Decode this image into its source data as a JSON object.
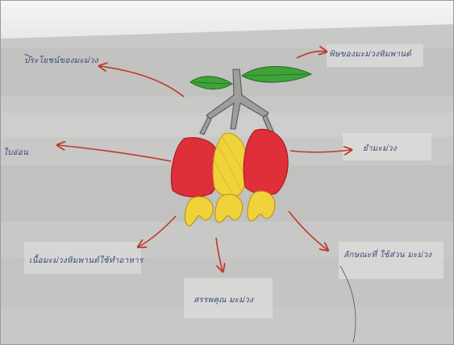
{
  "labels": {
    "top_left": "ประโยชน์ของมะม่วง",
    "top_right": "พิษของมะม่วงหิมพานต์",
    "mid_left": "ใบอ่อน",
    "mid_right": "ยำมะม่วง",
    "bottom_left": "เนื้อมะม่วงหิมพานต์ใช้ทำอาหาร",
    "bottom_center": "สรรพคุณ มะม่วง",
    "bottom_right": "ลักษณะที่ ใช้ส่วน มะม่วง"
  },
  "colors": {
    "paper": "#c9c9c7",
    "arrow": "#c0392b",
    "fruit_red": "#e0303a",
    "fruit_yellow": "#f0d23a",
    "leaf_green": "#3fa33a",
    "ink": "#3a4a78"
  }
}
